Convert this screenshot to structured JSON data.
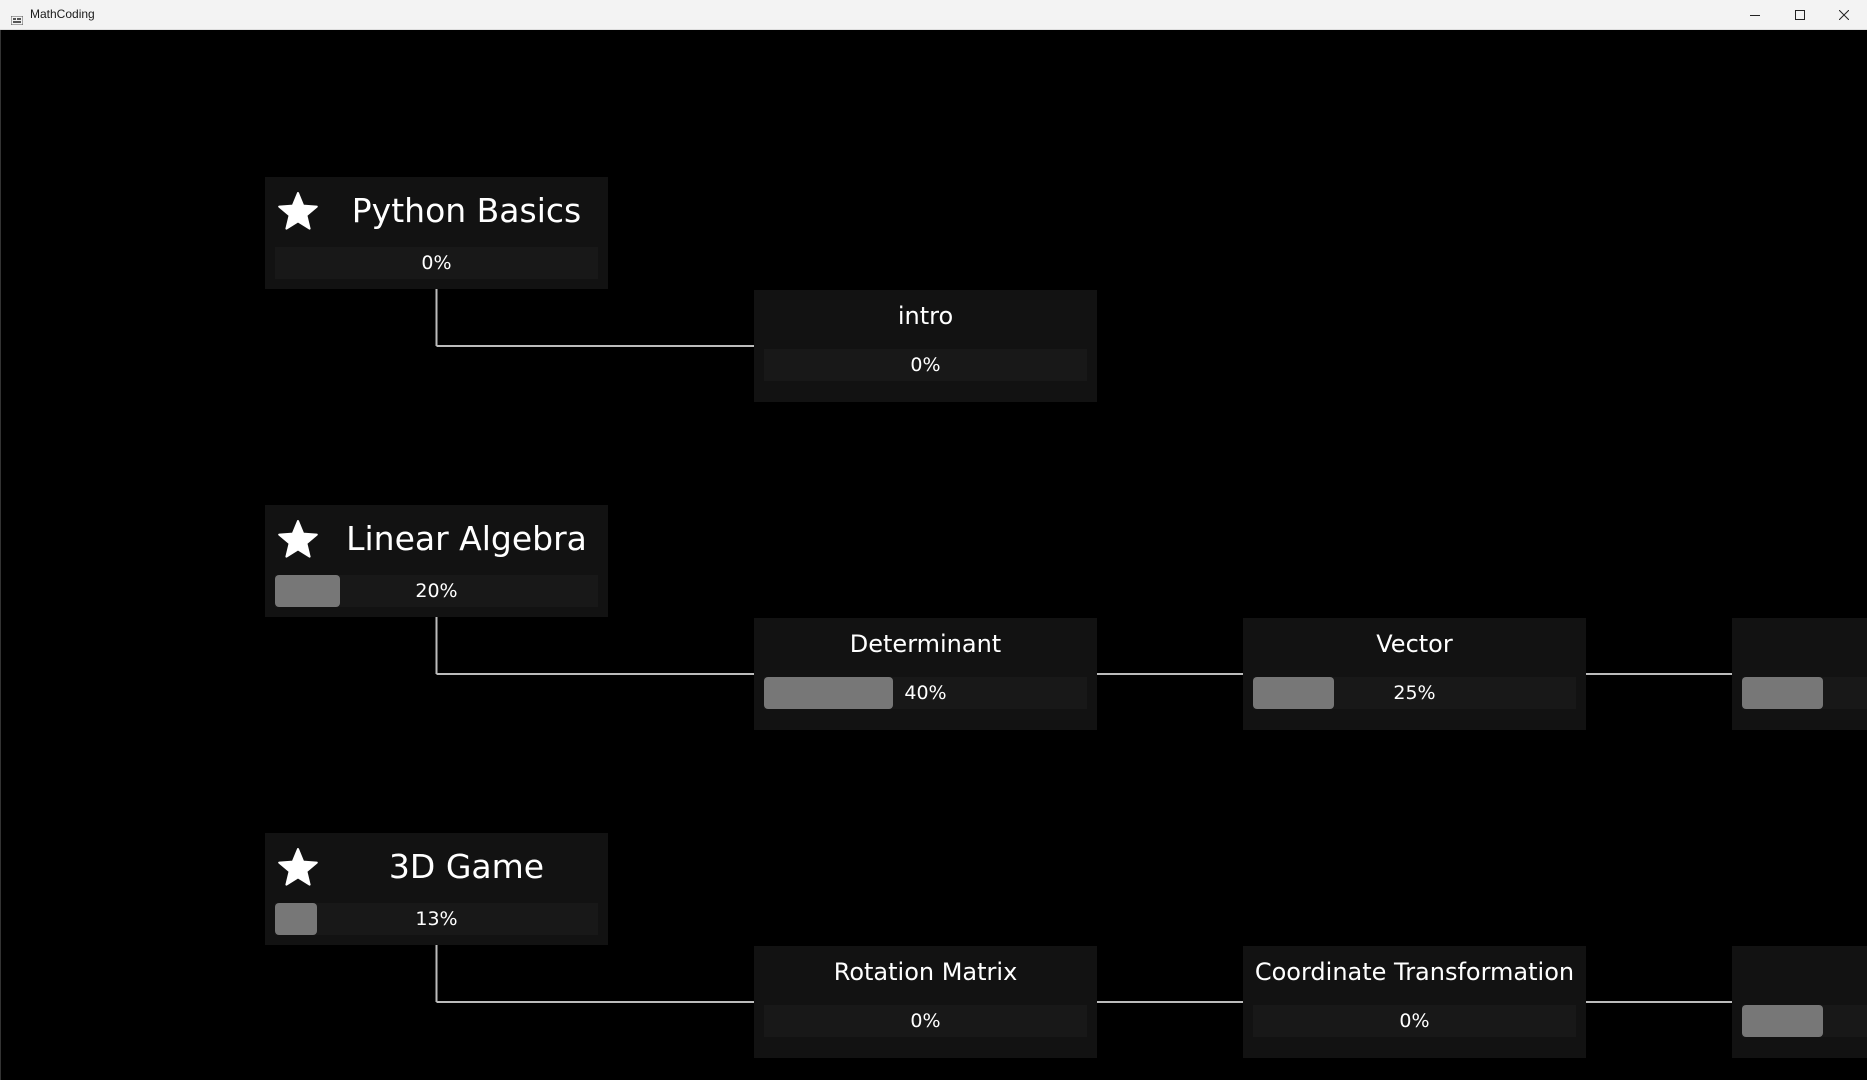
{
  "window": {
    "title": "MathCoding"
  },
  "icons": {
    "app": "app-icon",
    "minimize": "minimize-icon",
    "maximize": "maximize-icon",
    "close": "close-icon",
    "star": "star-icon"
  },
  "colors": {
    "background": "#000000",
    "node": "#121212",
    "progress_track": "#181818",
    "progress_fill": "#777777",
    "link": "#bbbbbb"
  },
  "tracks": [
    {
      "root": {
        "title": "Python Basics",
        "progress": 0,
        "progress_label": "0%"
      },
      "lessons": [
        {
          "title": "intro",
          "progress": 0,
          "progress_label": "0%"
        }
      ]
    },
    {
      "root": {
        "title": "Linear Algebra",
        "progress": 20,
        "progress_label": "20%"
      },
      "lessons": [
        {
          "title": "Determinant",
          "progress": 40,
          "progress_label": "40%"
        },
        {
          "title": "Vector",
          "progress": 25,
          "progress_label": "25%"
        },
        {
          "title": "Cros",
          "progress": 25,
          "progress_label": ""
        }
      ]
    },
    {
      "root": {
        "title": "3D Game",
        "progress": 13,
        "progress_label": "13%"
      },
      "lessons": [
        {
          "title": "Rotation Matrix",
          "progress": 0,
          "progress_label": "0%"
        },
        {
          "title": "Coordinate Transformation",
          "progress": 0,
          "progress_label": "0%"
        },
        {
          "title": "Geom",
          "progress": 25,
          "progress_label": ""
        }
      ]
    }
  ]
}
